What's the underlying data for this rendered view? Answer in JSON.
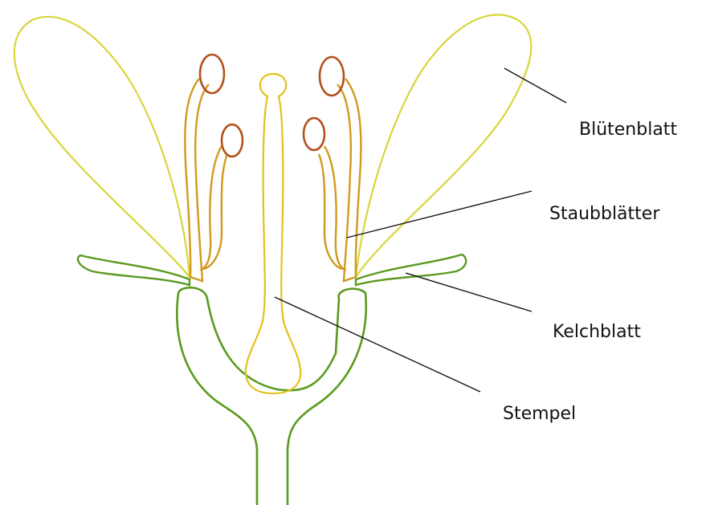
{
  "labels": {
    "petal": "Blütenblatt",
    "stamens": "Staubblätter",
    "sepal": "Kelchblatt",
    "pistil": "Stempel"
  },
  "colors": {
    "petal_stroke": "#d8d63a",
    "sepal_stroke": "#5a9a1e",
    "stamen_stroke": "#d19a1e",
    "anther_stroke": "#b3501e",
    "pistil_stroke": "#e3c21a",
    "leader_line": "#111111"
  }
}
